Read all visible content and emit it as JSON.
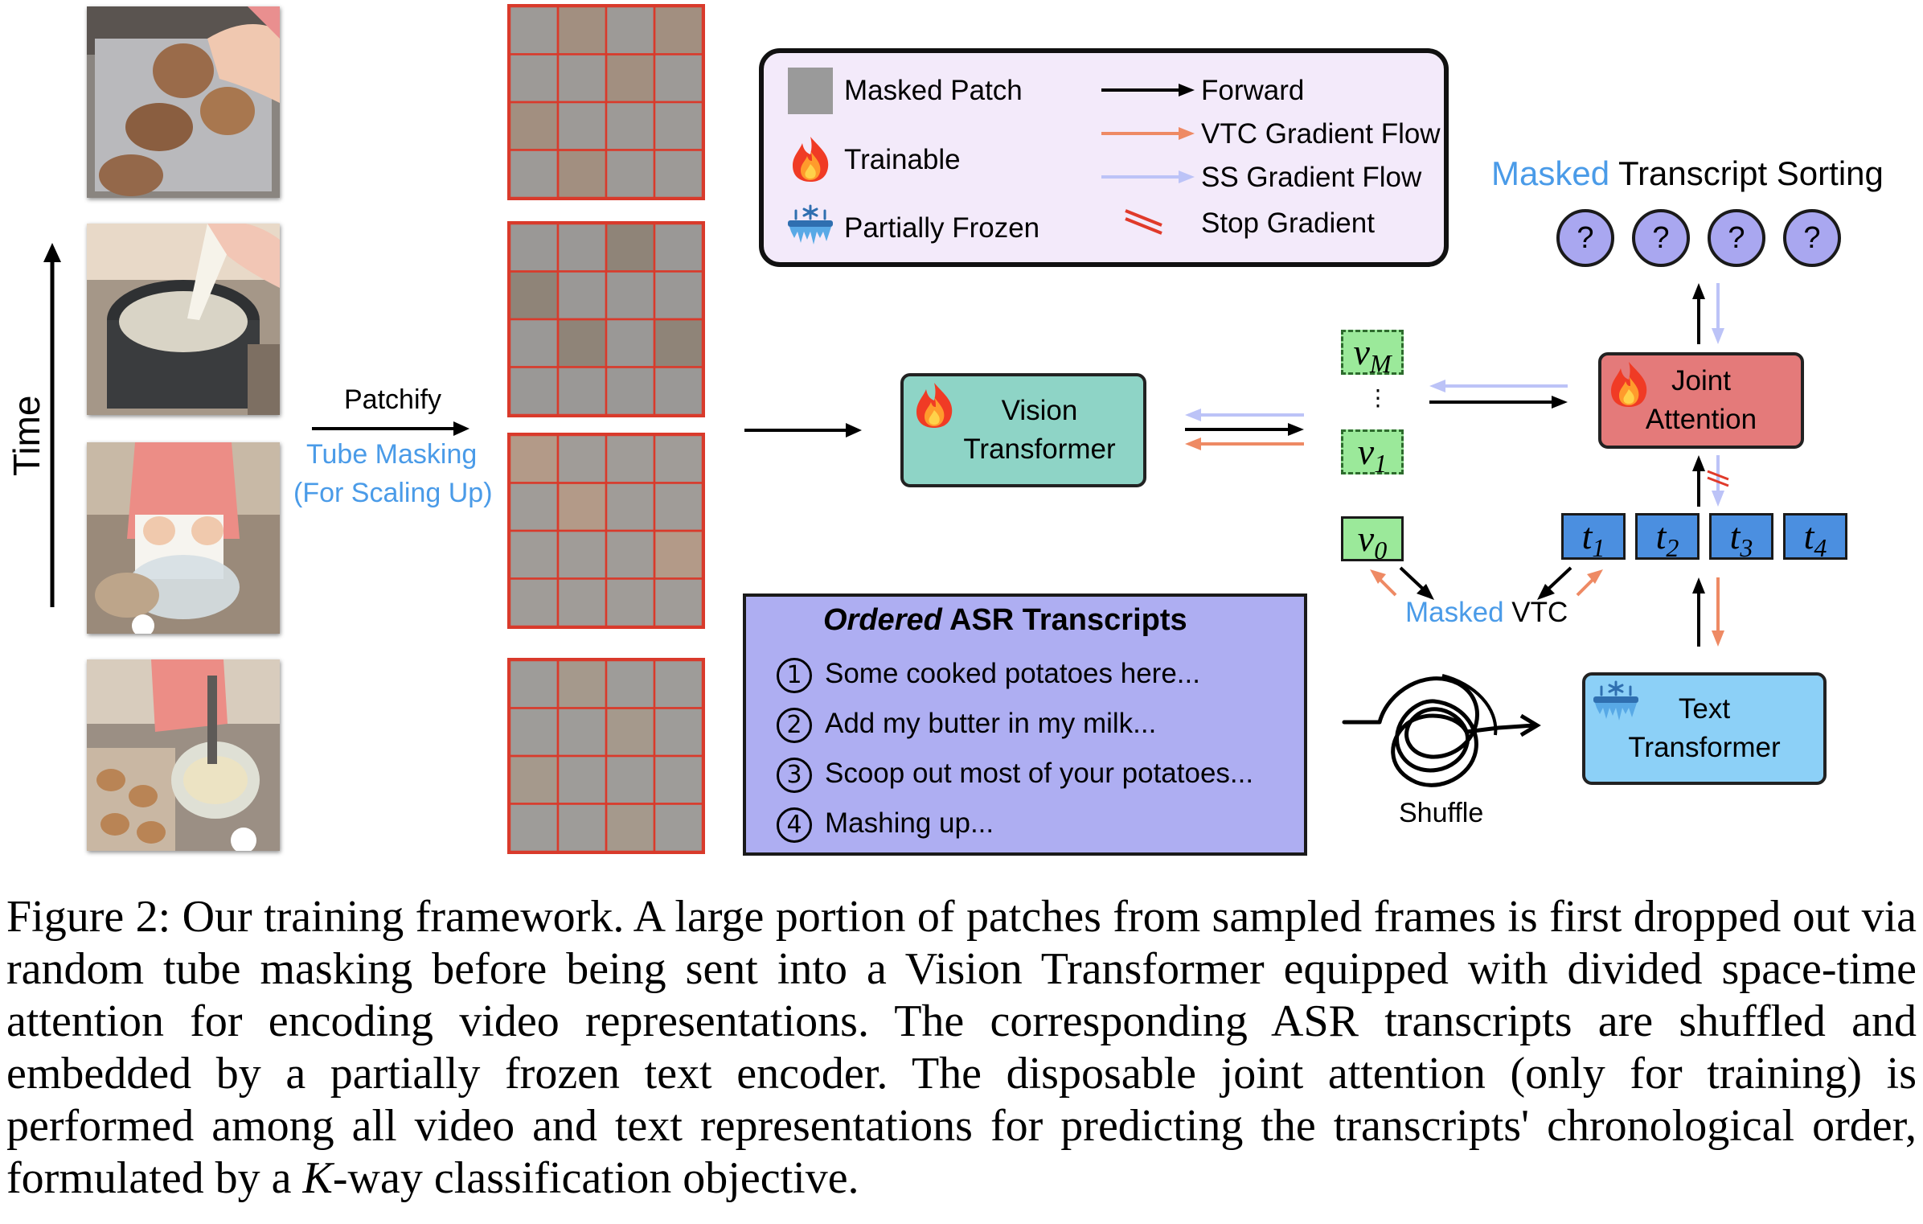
{
  "time_label": "Time",
  "patchify": {
    "label": "Patchify",
    "masking_line1": "Tube Masking",
    "masking_line2": "(For Scaling Up)",
    "blue": "#4a9be8"
  },
  "legend": {
    "masked_patch": "Masked Patch",
    "trainable": "Trainable",
    "partially_frozen": "Partially Frozen",
    "forward": "Forward",
    "vtc_flow": "VTC Gradient Flow",
    "ss_flow": "SS Gradient Flow",
    "stop_gradient": "Stop Gradient",
    "background": "#f3eafa"
  },
  "vision_transformer": {
    "line1": "Vision",
    "line2": "Transformer",
    "color": "#8ed4c6"
  },
  "visual_tokens": {
    "v_m": {
      "base": "v",
      "sub": "M"
    },
    "dots": "⋮",
    "v_1": {
      "base": "v",
      "sub": "1"
    },
    "v_0": {
      "base": "v",
      "sub": "0"
    }
  },
  "joint_attention": {
    "line1": "Joint",
    "line2": "Attention",
    "color": "#e47a7a"
  },
  "sorting_title": {
    "highlight": "Masked",
    "rest": " Transcript Sorting"
  },
  "questions": [
    "?",
    "?",
    "?",
    "?"
  ],
  "text_tokens": [
    {
      "base": "t",
      "sub": "1"
    },
    {
      "base": "t",
      "sub": "2"
    },
    {
      "base": "t",
      "sub": "3"
    },
    {
      "base": "t",
      "sub": "4"
    }
  ],
  "masked_vtc": {
    "highlight": "Masked",
    "rest": " VTC"
  },
  "text_transformer": {
    "line1": "Text",
    "line2": "Transformer",
    "color": "#8cd0f7"
  },
  "shuffle_label": "Shuffle",
  "asr": {
    "title_italic": "Ordered",
    "title_rest": " ASR Transcripts",
    "background": "#aeaef2",
    "items": [
      {
        "num": "1",
        "text": "Some cooked potatoes here..."
      },
      {
        "num": "2",
        "text": "Add my butter in my milk..."
      },
      {
        "num": "3",
        "text": "Scoop out most of your potatoes..."
      },
      {
        "num": "4",
        "text": "Mashing up..."
      }
    ]
  },
  "caption": {
    "prefix": "Figure 2: Our training framework. A large portion of patches from sampled frames is first dropped out via random tube masking before being sent into a Vision Transformer equipped with divided space-time attention for encoding video representations. The corresponding ASR transcripts are shuffled and embedded by a partially frozen text encoder. The disposable joint attention (only for training) is performed among all video and text representations for predicting the transcripts' chronological order, formulated by a ",
    "k": "K",
    "suffix": "-way classification objective."
  }
}
